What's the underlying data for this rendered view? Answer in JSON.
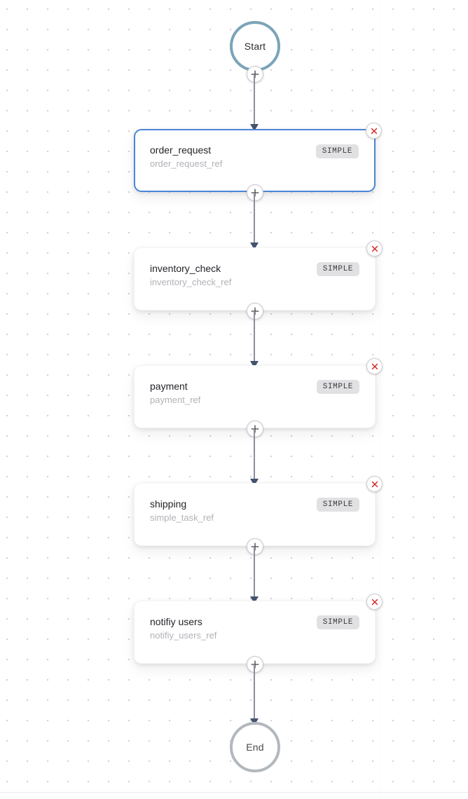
{
  "canvas": {
    "background": "#ffffff",
    "dot_grid_color": "#d0d0d4"
  },
  "colors": {
    "start_ring": "#7ba4b8",
    "end_ring": "#b3b8bd",
    "selected_border": "#4a86d8",
    "edge_line": "#8a8f98",
    "arrowhead": "#44546f",
    "delete_x": "#d02b2b",
    "badge_background": "#e1e1e3"
  },
  "icons": {
    "plus": "plus-icon",
    "close": "close-icon"
  },
  "start_node": {
    "label": "Start"
  },
  "end_node": {
    "label": "End"
  },
  "nodes": [
    {
      "title": "order_request",
      "ref": "order_request_ref",
      "badge": "SIMPLE",
      "selected": true
    },
    {
      "title": "inventory_check",
      "ref": "inventory_check_ref",
      "badge": "SIMPLE",
      "selected": false
    },
    {
      "title": "payment",
      "ref": "payment_ref",
      "badge": "SIMPLE",
      "selected": false
    },
    {
      "title": "shipping",
      "ref": "simple_task_ref",
      "badge": "SIMPLE",
      "selected": false
    },
    {
      "title": "notifiy users",
      "ref": "notifiy_users_ref",
      "badge": "SIMPLE",
      "selected": false
    }
  ]
}
